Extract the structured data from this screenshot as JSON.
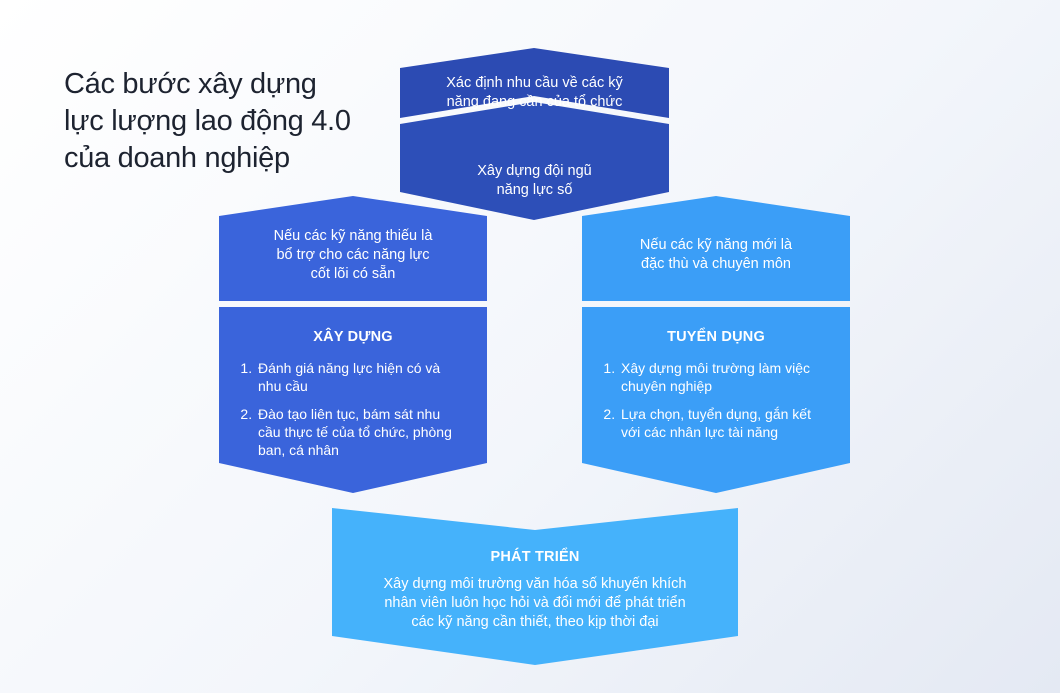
{
  "title": {
    "lines": [
      "Các bước xây dựng",
      "lực lượng lao động 4.0",
      "của doanh nghiệp"
    ]
  },
  "top": {
    "step1_lines": [
      "Xác định nhu cầu về các kỹ",
      "năng đang cần của tổ chức"
    ],
    "step2_lines": [
      "Xây dựng đội ngũ",
      "năng lực số"
    ]
  },
  "left": {
    "condition_lines": [
      "Nếu các kỹ năng thiếu là",
      "bổ trợ cho các năng lực",
      "cốt lõi có sẵn"
    ],
    "heading": "XÂY DỰNG",
    "items": [
      {
        "lines": [
          "Đánh giá năng lực hiện có và",
          "nhu cầu"
        ]
      },
      {
        "lines": [
          "Đào tạo liên tục, bám sát nhu",
          "cầu thực tế của tổ chức, phòng",
          "ban, cá nhân"
        ]
      }
    ]
  },
  "right": {
    "condition_lines": [
      "Nếu các kỹ năng mới là",
      "đặc thù và chuyên môn"
    ],
    "heading": "TUYỂN DỤNG",
    "items": [
      {
        "lines": [
          "Xây dựng môi trường làm việc",
          "chuyên nghiệp"
        ]
      },
      {
        "lines": [
          "Lựa chọn, tuyển dụng, gắn kết",
          "với các nhân lực tài năng"
        ]
      }
    ]
  },
  "bottom": {
    "heading": "PHÁT TRIỂN",
    "desc_lines": [
      "Xây dựng môi trường văn hóa số khuyến khích",
      "nhân viên luôn học hỏi và đổi mới để phát triển",
      "các kỹ năng cần thiết, theo kịp thời đại"
    ]
  },
  "colors": {
    "dark_blue": "#2c4bb3",
    "mid_blue": "#3a64db",
    "light_blue": "#3b9ef7",
    "sky_blue": "#45b2fb"
  }
}
